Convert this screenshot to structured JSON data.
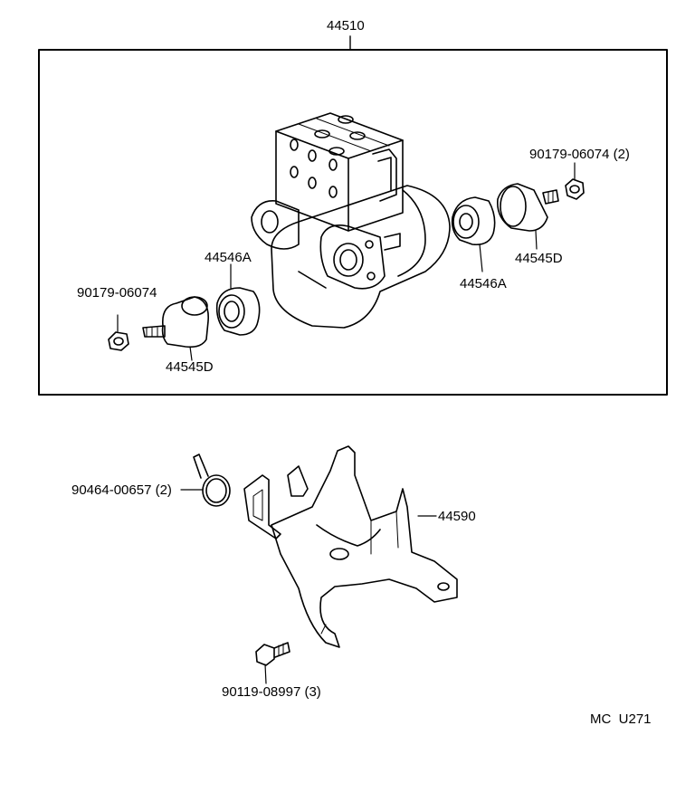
{
  "assembly": {
    "part_number": "44510"
  },
  "callouts": {
    "nut_right": "90179-06074 (2)",
    "mount_right": "44545D",
    "cushion_right": "44546A",
    "cushion_left": "44546A",
    "nut_left": "90179-06074",
    "mount_left": "44545D",
    "clamp": "90464-00657 (2)",
    "bracket": "44590",
    "bolt": "90119-08997 (3)"
  },
  "footer": {
    "code": "MC  U271"
  }
}
